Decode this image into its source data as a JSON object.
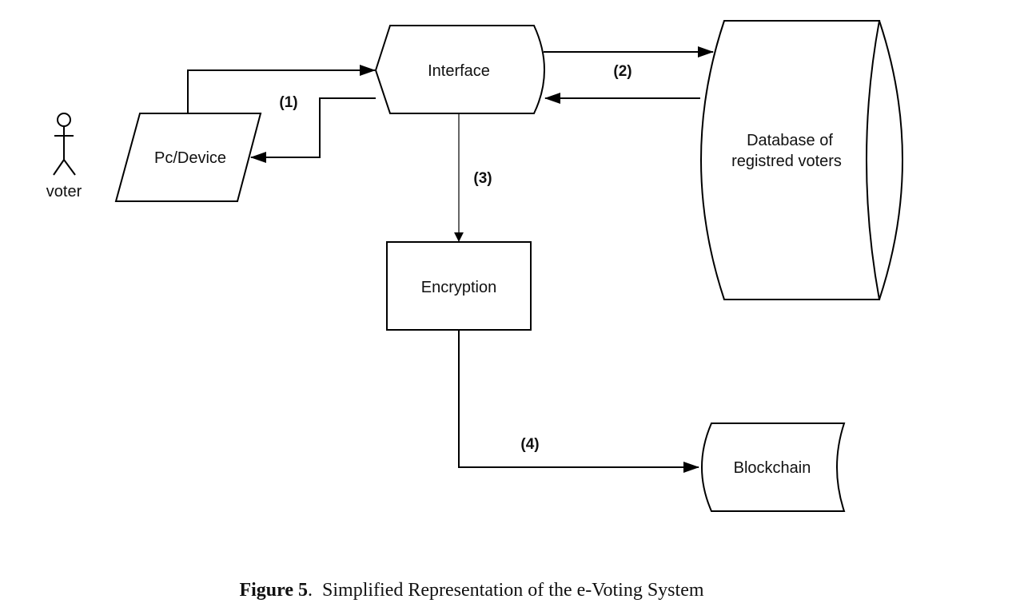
{
  "nodes": {
    "actor": {
      "label": "voter"
    },
    "device": {
      "label": "Pc/Device"
    },
    "interface": {
      "label": "Interface"
    },
    "database": {
      "label_line1": "Database of",
      "label_line2": "registred voters"
    },
    "encryption": {
      "label": "Encryption"
    },
    "blockchain": {
      "label": "Blockchain"
    }
  },
  "steps": {
    "step1": "(1)",
    "step2": "(2)",
    "step3": "(3)",
    "step4": "(4)"
  },
  "caption": {
    "figure_number": "Figure 5",
    "separator": ".",
    "title": "Simplified Representation of the e-Voting System"
  }
}
